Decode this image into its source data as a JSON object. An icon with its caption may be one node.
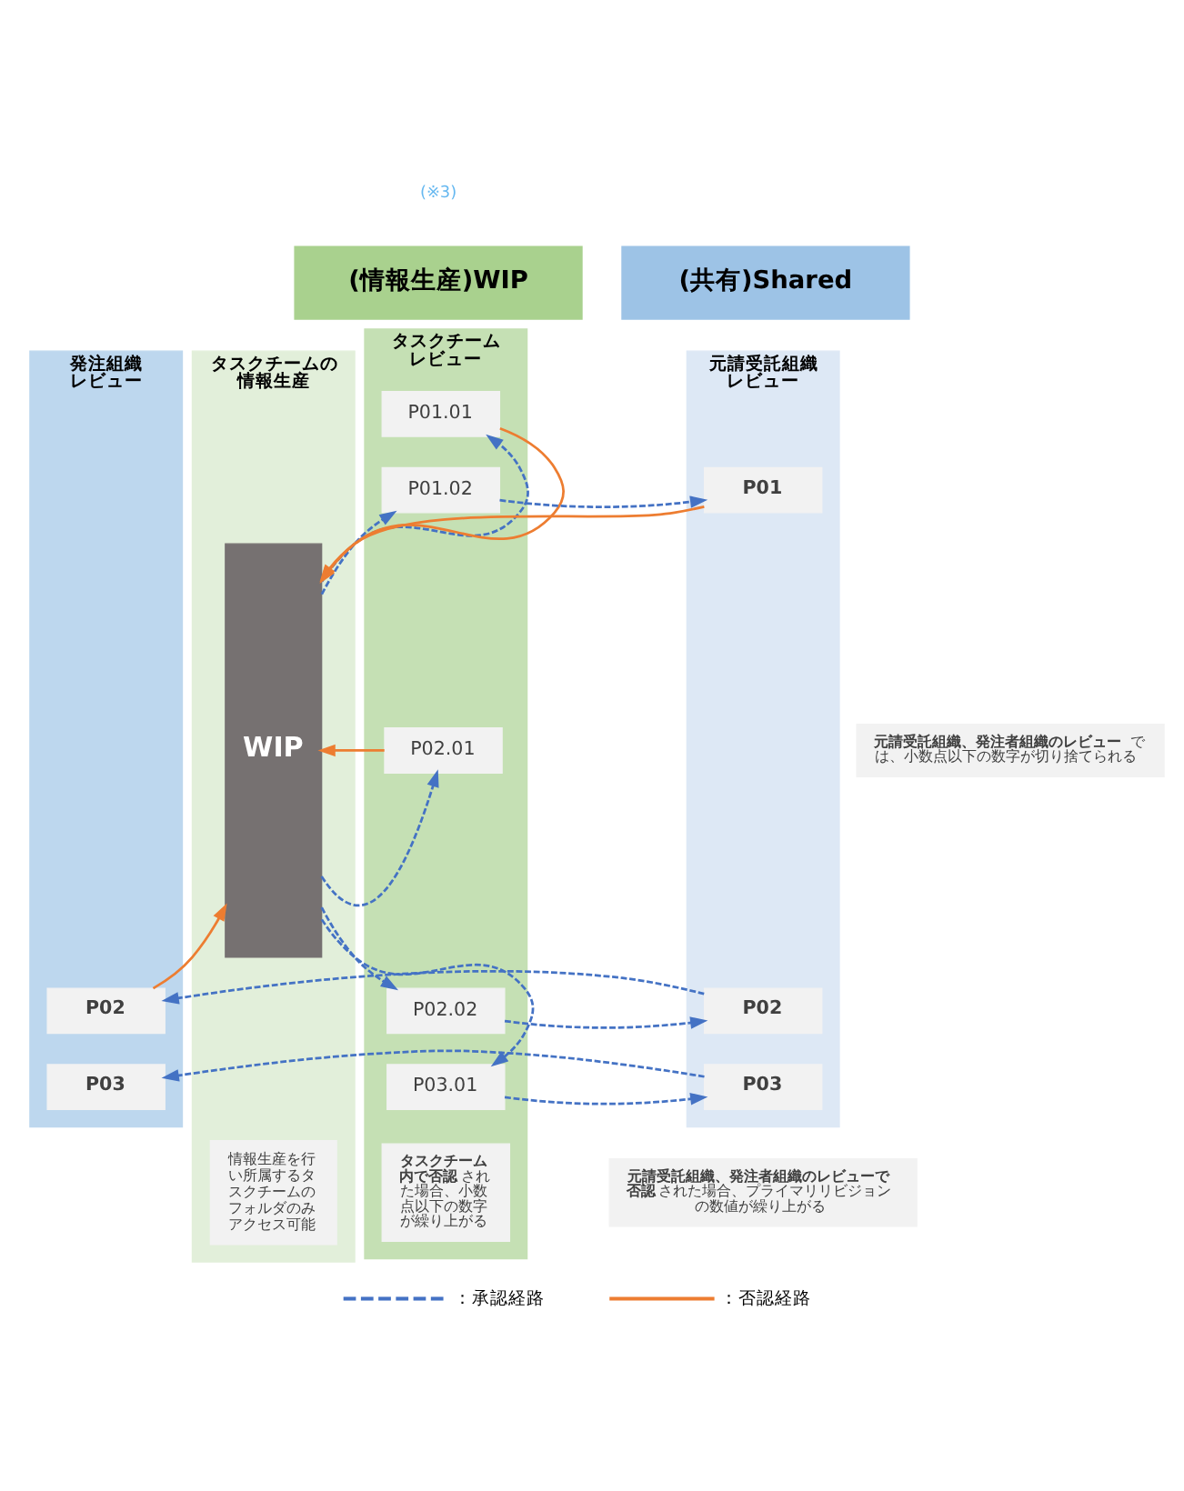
{
  "diagram": {
    "nodes": [
      {
        "text": [
          "(情報生産)WIP"
        ]
      },
      {
        "text": [
          "(共有)Shared"
        ]
      },
      {
        "text": [
          "タスクチームの情報生産"
        ]
      },
      {
        "text": [
          "タスクチームレビュー"
        ]
      },
      {
        "text": [
          "元請受託組織レビュー"
        ]
      },
      {
        "text": [
          "発注組織レビュー"
        ]
      },
      {
        "text": [
          "WIP"
        ],
        "in": 2
      },
      {
        "text": [
          "P01.01"
        ],
        "in": 3
      },
      {
        "text": [
          "P01.02"
        ],
        "in": 3
      },
      {
        "text": [
          "P01"
        ],
        "in": 4
      },
      {
        "text": [
          "**元請受託組織、発注者組織のレビュー**では、小数点以下の数字が切り捨てられる"
        ]
      },
      {
        "text": [
          "P02.01"
        ],
        "in": 3
      },
      {
        "text": [
          "P02.02"
        ],
        "in": 3
      },
      {
        "text": [
          "P02"
        ],
        "in": 4
      },
      {
        "text": [
          "P02"
        ],
        "in": 5
      },
      {
        "text": [
          "P03.01"
        ],
        "in": 3
      },
      {
        "text": [
          "P03"
        ],
        "in": 4
      },
      {
        "text": [
          "P03"
        ],
        "in": 5
      },
      {
        "text": [
          "情報生産を行い所属するタスクチームのフォルダのみアクセス可能"
        ],
        "in": 2
      },
      {
        "text": [
          "**タスクチーム内で否認**された場合、小数点以下の数字が繰り上がる"
        ],
        "in": 3
      },
      {
        "text": [
          "**元請受託組織、発注者組織のレビューで否認**された場合、プライマリリビジョンの数値が繰り上がる"
        ]
      }
    ],
    "edges": [
      {
        "from": 6,
        "to": 7,
        "arrow": "to",
        "style": "dashed"
      },
      {
        "from": 7,
        "to": 6,
        "arrow": "to",
        "color": "#ed7d31"
      },
      {
        "from": 6,
        "to": 8,
        "arrow": "to",
        "style": "dashed"
      },
      {
        "from": 8,
        "to": 9,
        "arrow": "to",
        "style": "dashed"
      },
      {
        "from": 9,
        "to": 6,
        "arrow": "to",
        "color": "#ed7d31"
      },
      {
        "from": 6,
        "to": 11,
        "arrow": "to",
        "style": "dashed"
      },
      {
        "from": 11,
        "to": 6,
        "arrow": "to",
        "color": "#ed7d31"
      },
      {
        "from": 6,
        "to": 12,
        "arrow": "to",
        "style": "dashed"
      },
      {
        "from": 12,
        "to": 13,
        "arrow": "to",
        "style": "dashed"
      },
      {
        "from": 13,
        "to": 14,
        "arrow": "to",
        "style": "dashed"
      },
      {
        "from": 14,
        "to": 6,
        "arrow": "to",
        "color": "#ed7d31"
      },
      {
        "from": 6,
        "to": 15,
        "arrow": "to",
        "style": "dashed"
      },
      {
        "from": 15,
        "to": 16,
        "arrow": "to",
        "style": "dashed"
      },
      {
        "from": 16,
        "to": 17,
        "arrow": "to",
        "style": "dashed"
      }
    ],
    "labels": [
      "(※3)"
    ],
    "legend": [
      {
        "text": "：承認経路"
      },
      {
        "text": "：否認経路"
      }
    ]
  }
}
